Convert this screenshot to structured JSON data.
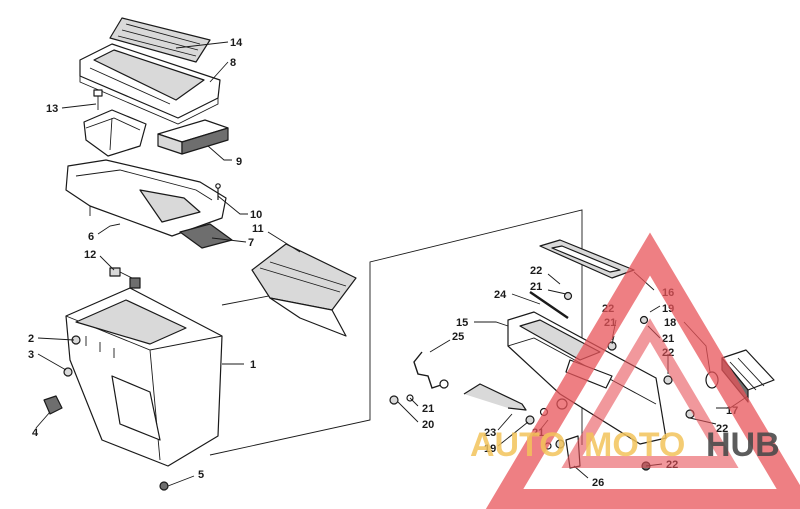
{
  "callouts": {
    "c1": "1",
    "c2": "2",
    "c3": "3",
    "c4": "4",
    "c5": "5",
    "c6": "6",
    "c7": "7",
    "c8": "8",
    "c9": "9",
    "c10": "10",
    "c11": "11",
    "c12": "12",
    "c13": "13",
    "c14": "14",
    "c15": "15",
    "c16": "16",
    "c17": "17",
    "c18": "18",
    "c19a": "19",
    "c19b": "19",
    "c20": "20",
    "c21a": "21",
    "c21b": "21",
    "c21c": "21",
    "c21d": "21",
    "c21e": "21",
    "c22a": "22",
    "c22b": "22",
    "c22c": "22",
    "c22d": "22",
    "c22e": "22",
    "c23": "23",
    "c24": "24",
    "c25": "25",
    "c26": "26"
  },
  "watermark": {
    "auto": "AUTO",
    "moto": "MOTO",
    "hub": "HUB",
    "triangle_color": "#e8545a",
    "accent_color": "#f2c35a"
  }
}
